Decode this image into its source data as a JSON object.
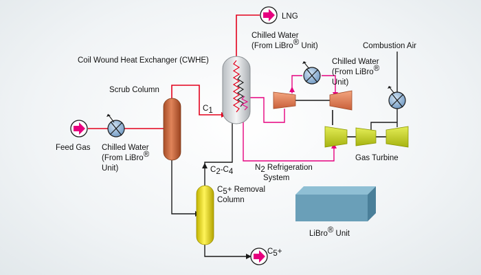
{
  "labels": {
    "lng": "LNG",
    "chilled_water_top_1": "Chilled Water",
    "chilled_water_top_2": "(From LiBro",
    "chilled_water_top_2b": "Unit)",
    "combustion_air": "Combustion Air",
    "cwhe": "Coil Wound Heat Exchanger (CWHE)",
    "chilled_water_right_1": "Chilled Water",
    "chilled_water_right_2": "(From LiBro",
    "chilled_water_right_2b": ")",
    "chilled_water_right_3": "Unit)",
    "scrub_column": "Scrub Column",
    "c1": "C",
    "c1_sub": "1",
    "feed_gas": "Feed Gas",
    "chilled_water_left_1": "Chilled Water",
    "chilled_water_left_2": "(From LiBro",
    "chilled_water_left_2b": "",
    "chilled_water_left_3": "Unit)",
    "gas_turbine": "Gas Turbine",
    "c2c4_c": "C",
    "c2c4_sub1": "2",
    "c2c4_mid": "-C",
    "c2c4_sub2": "4",
    "n2_n": "N",
    "n2_sub": "2",
    "n2_rest": " Refrigeration",
    "n2_system": "System",
    "c5_removal_1a": "C",
    "c5_removal_1sub": "5",
    "c5_removal_1b": "+ Removal",
    "c5_removal_2": "Column",
    "libro_unit": "LiBro",
    "libro_unit_b": " Unit",
    "c5_out": "C",
    "c5_out_sub": "5",
    "c5_out_plus": "+",
    "registered": "®"
  },
  "colors": {
    "feed_line": "#e3001b",
    "refrigerant_line": "#e6007e",
    "process_line": "#1a1a1a",
    "scrub_column": "#c8643a",
    "c5_column": "#e6dc1e",
    "compressor": "#e8865c",
    "turbine": "#c8d61e",
    "libro_box": "#6a9fb8",
    "cooler": "#8fb4d8",
    "arrow_circle_fill": "#e6007e"
  },
  "icons": {
    "inlet_arrow": "magenta-arrow-in-circle-icon",
    "cooler": "heat-exchanger-cooler-icon",
    "compressor": "compressor-icon",
    "turbine": "turbine-stage-icon"
  }
}
